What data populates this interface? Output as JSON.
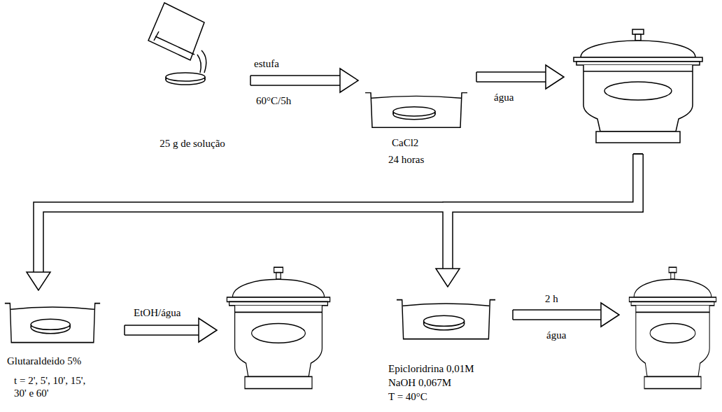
{
  "diagram": {
    "nodes": [
      {
        "text": [
          "25 g de solução"
        ]
      },
      {
        "text": [
          "CaCl2",
          "24 horas"
        ]
      },
      {
        "text": []
      },
      {
        "text": [
          "Glutaraldeido 5%",
          "t = 2', 5', 10', 15', 30' e 60'"
        ]
      },
      {
        "text": []
      },
      {
        "text": [
          "Epicloridrina 0,01M",
          "NaOH 0,067M",
          "T = 40°C"
        ]
      },
      {
        "text": []
      }
    ],
    "edges": [
      {
        "from": 0,
        "to": 1,
        "arrow": "to",
        "label": "estufa"
      },
      {
        "from": 1,
        "to": 2,
        "arrow": "to",
        "label": "água"
      },
      {
        "from": 2,
        "to": 3,
        "arrow": "to"
      },
      {
        "from": 2,
        "to": 5,
        "arrow": "to"
      },
      {
        "from": 3,
        "to": 4,
        "arrow": "to",
        "label": "EtOH/água"
      },
      {
        "from": 5,
        "to": 6,
        "arrow": "to",
        "label": "2 h"
      }
    ],
    "labels": [
      "60°C/5h",
      "água"
    ]
  }
}
